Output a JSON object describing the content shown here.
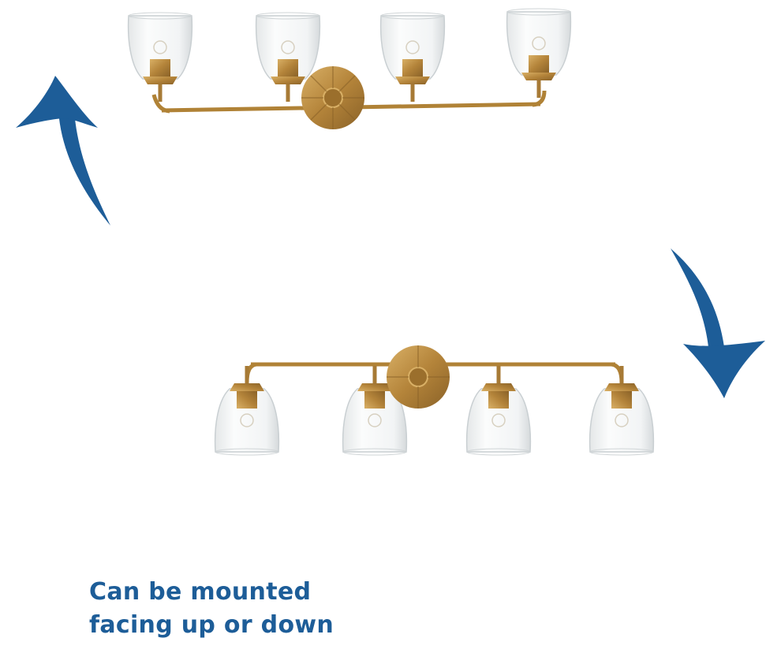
{
  "caption": {
    "line1": "Can be mounted",
    "line2": "facing up or down"
  },
  "colors": {
    "accent_blue": "#1d5d98",
    "brass": "#b8893a"
  },
  "images": {
    "top_fixture": "vanity-light-shades-up",
    "bottom_fixture": "vanity-light-shades-down",
    "left_arrow": "curved-arrow-up-icon",
    "right_arrow": "curved-arrow-down-icon"
  }
}
